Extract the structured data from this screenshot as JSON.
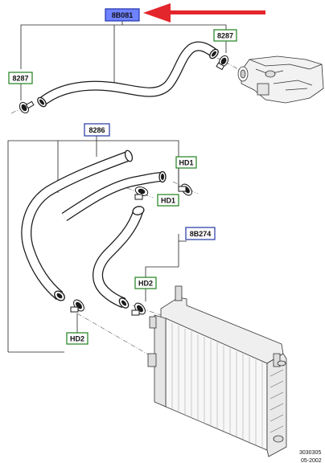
{
  "labels": {
    "top_hose": "8B081",
    "clip_right": "8287",
    "clip_left": "8287",
    "lower_assembly": "8286",
    "clip_hd1_a": "HD1",
    "clip_hd1_b": "HD1",
    "pipe": "8B274",
    "clip_hd2_a": "HD2",
    "clip_hd2_b": "HD2"
  },
  "footer": {
    "ref_number": "3030305",
    "date": "05-2002"
  },
  "colors": {
    "highlight_fill": "#6f82ff",
    "highlight_border": "#2233aa",
    "green_border": "#2e8a2e",
    "blue_border": "#3344aa",
    "arrow": "#e3262b",
    "hose": "#1a1a1a"
  }
}
